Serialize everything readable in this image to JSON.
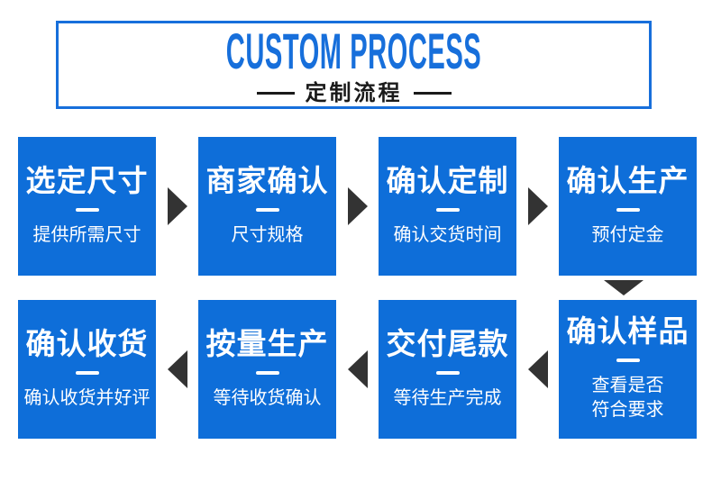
{
  "header": {
    "title_en": "CUSTOM PROCESS",
    "title_zh": "定制流程"
  },
  "steps": [
    {
      "title": "选定尺寸",
      "subtitle": "提供所需尺寸",
      "subtitle2": ""
    },
    {
      "title": "商家确认",
      "subtitle": "尺寸规格",
      "subtitle2": ""
    },
    {
      "title": "确认定制",
      "subtitle": "确认交货时间",
      "subtitle2": ""
    },
    {
      "title": "确认生产",
      "subtitle": "预付定金",
      "subtitle2": ""
    },
    {
      "title": "确认样品",
      "subtitle": "查看是否",
      "subtitle2": "符合要求"
    },
    {
      "title": "交付尾款",
      "subtitle": "等待生产完成",
      "subtitle2": ""
    },
    {
      "title": "按量生产",
      "subtitle": "等待收货确认",
      "subtitle2": ""
    },
    {
      "title": "确认收货",
      "subtitle": "确认收货并好评",
      "subtitle2": ""
    }
  ],
  "icons": {
    "arrow_right": "right-filled-triangle",
    "arrow_left": "left-filled-triangle",
    "arrow_down": "down-filled-triangle"
  },
  "colors": {
    "box_blue": "#0e6ed9",
    "accent_blue": "#176fdb",
    "arrow_dark": "#333333",
    "ink": "#1a1a1a"
  }
}
